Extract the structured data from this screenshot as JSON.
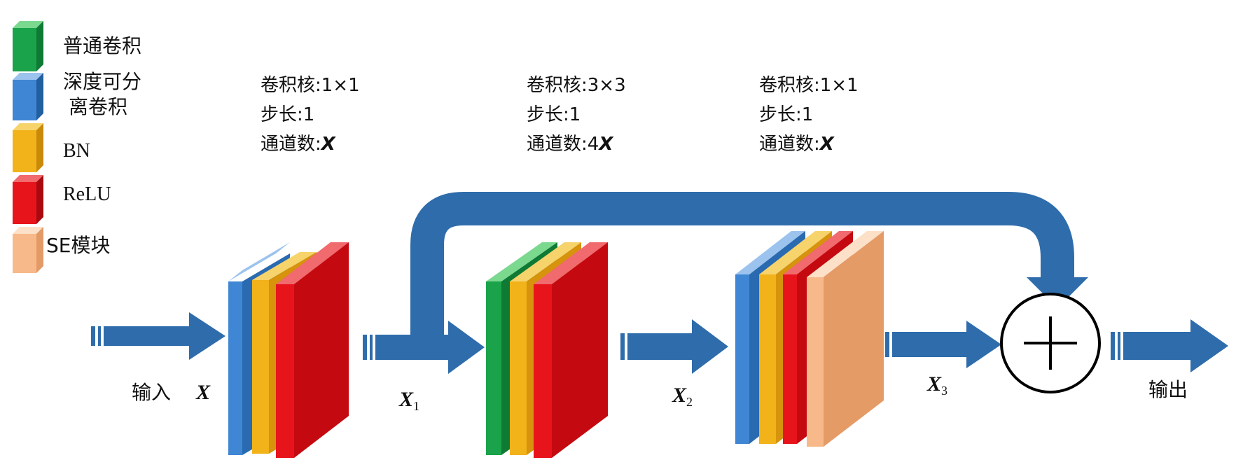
{
  "colors": {
    "arrow": "#2f6cab",
    "conv": "#1aa34a",
    "depthwise": "#3f86d4",
    "bn": "#f2b21a",
    "relu": "#e8141c",
    "se": "#f8b98a",
    "background": "#ffffff"
  },
  "legend": [
    {
      "key": "conv",
      "label": "普通卷积"
    },
    {
      "key": "depthwise",
      "label_lines": [
        "深度可分",
        "离卷积"
      ]
    },
    {
      "key": "bn",
      "label": "BN"
    },
    {
      "key": "relu",
      "label": "ReLU"
    },
    {
      "key": "se",
      "label": "SE模块"
    }
  ],
  "blocks": [
    {
      "params": [
        "卷积核:1×1",
        "步长:1",
        "通道数:"
      ],
      "channels_var": "X",
      "layers": [
        "depthwise",
        "bn",
        "relu"
      ]
    },
    {
      "params": [
        "卷积核:3×3",
        "步长:1",
        "通道数:4"
      ],
      "channels_var": "X",
      "layers": [
        "conv",
        "bn",
        "relu"
      ]
    },
    {
      "params": [
        "卷积核:1×1",
        "步长:1",
        "通道数:"
      ],
      "channels_var": "X",
      "layers": [
        "depthwise",
        "bn",
        "relu",
        "se"
      ]
    }
  ],
  "flow": {
    "input_label": "输入",
    "input_var": "X",
    "x1": {
      "base": "X",
      "sub": "1"
    },
    "x2": {
      "base": "X",
      "sub": "2"
    },
    "x3": {
      "base": "X",
      "sub": "3"
    },
    "add_icon": "plus-circle-icon",
    "output_label": "输出"
  }
}
